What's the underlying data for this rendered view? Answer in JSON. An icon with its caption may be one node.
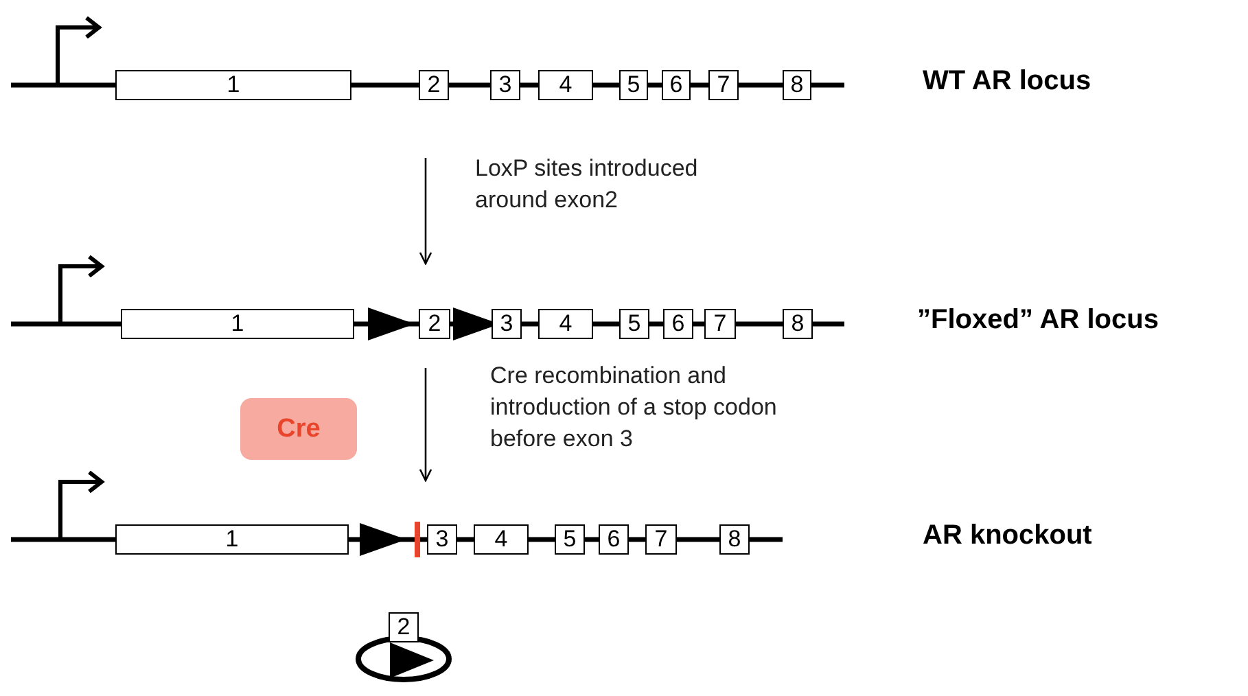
{
  "diagram": {
    "nodes": [
      {
        "text": [
          "1"
        ]
      },
      {
        "text": [
          "2"
        ]
      },
      {
        "text": [
          "3"
        ]
      },
      {
        "text": [
          "4"
        ]
      },
      {
        "text": [
          "5"
        ]
      },
      {
        "text": [
          "6"
        ]
      },
      {
        "text": [
          "7"
        ]
      },
      {
        "text": [
          "8"
        ]
      },
      {
        "text": [
          "1"
        ]
      },
      {
        "text": [
          "2"
        ]
      },
      {
        "text": [
          "3"
        ]
      },
      {
        "text": [
          "4"
        ]
      },
      {
        "text": [
          "5"
        ]
      },
      {
        "text": [
          "6"
        ]
      },
      {
        "text": [
          "7"
        ]
      },
      {
        "text": [
          "8"
        ]
      },
      {
        "text": [
          "Cre"
        ]
      },
      {
        "text": [
          "1"
        ]
      },
      {
        "text": [
          "3"
        ]
      },
      {
        "text": [
          "4"
        ]
      },
      {
        "text": [
          "5"
        ]
      },
      {
        "text": [
          "6"
        ]
      },
      {
        "text": [
          "7"
        ]
      },
      {
        "text": [
          "8"
        ]
      },
      {
        "text": [
          "2"
        ]
      }
    ],
    "edges": [],
    "labels": [
      "WT AR locus",
      "LoxP sites introduced around exon2",
      "”Floxed” AR locus",
      "Cre recombination and introduction of a stop codon before exon 3",
      "AR knockout"
    ]
  }
}
